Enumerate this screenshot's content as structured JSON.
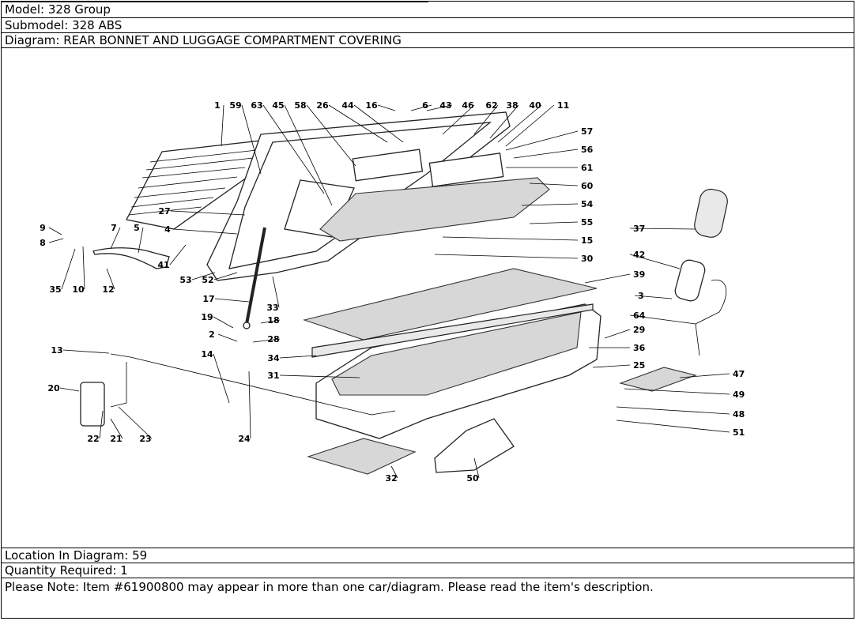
{
  "header": {
    "model": "Model: 328 Group",
    "submodel": "Submodel: 328 ABS",
    "diagram": "Diagram: REAR BONNET AND LUGGAGE COMPARTMENT COVERING"
  },
  "footer": {
    "location": "Location In Diagram: 59",
    "quantity": "Quantity Required: 1",
    "note": "Please Note: Item #61900800 may appear in more than one car/diagram. Please read the item's description."
  },
  "diagram": {
    "part_labels": [
      "1",
      "59",
      "63",
      "45",
      "58",
      "26",
      "44",
      "16",
      "6",
      "43",
      "46",
      "62",
      "38",
      "40",
      "11",
      "57",
      "56",
      "61",
      "60",
      "54",
      "55",
      "15",
      "30",
      "39",
      "37",
      "42",
      "3",
      "64",
      "29",
      "36",
      "25",
      "47",
      "49",
      "48",
      "51",
      "27",
      "4",
      "9",
      "8",
      "7",
      "5",
      "41",
      "53",
      "52",
      "35",
      "10",
      "12",
      "17",
      "33",
      "19",
      "18",
      "2",
      "28",
      "34",
      "31",
      "13",
      "14",
      "20",
      "23",
      "22",
      "21",
      "24",
      "32",
      "50"
    ]
  }
}
